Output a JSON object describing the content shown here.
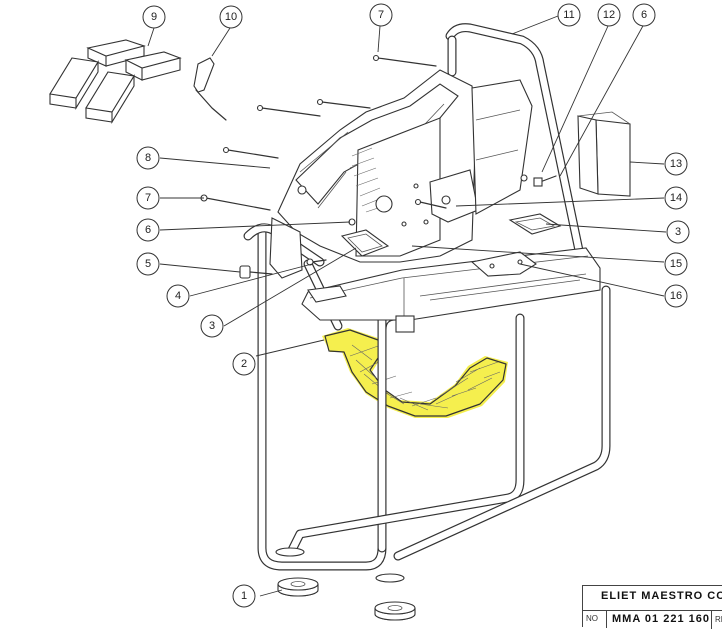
{
  "callouts": [
    {
      "label": "1"
    },
    {
      "label": "2"
    },
    {
      "label": "3"
    },
    {
      "label": "3"
    },
    {
      "label": "4"
    },
    {
      "label": "5"
    },
    {
      "label": "6"
    },
    {
      "label": "6"
    },
    {
      "label": "7"
    },
    {
      "label": "7"
    },
    {
      "label": "8"
    },
    {
      "label": "9"
    },
    {
      "label": "10"
    },
    {
      "label": "11"
    },
    {
      "label": "12"
    },
    {
      "label": "13"
    },
    {
      "label": "14"
    },
    {
      "label": "15"
    },
    {
      "label": "16"
    }
  ],
  "highlight_color": "#f2ea1c",
  "title_block": {
    "title": "ELIET MAESTRO COU",
    "no_label": "NO",
    "number": "MMA 01 221 160",
    "rev_label": "REV"
  }
}
